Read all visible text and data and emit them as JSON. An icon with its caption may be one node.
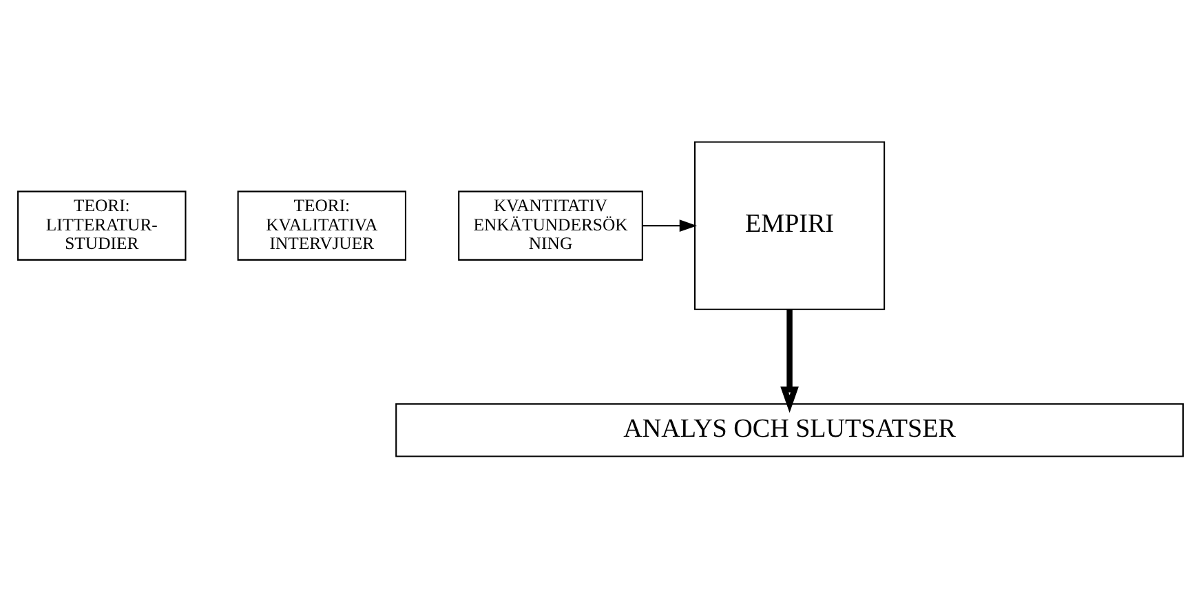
{
  "diagram": {
    "nodes": [
      {
        "text": [
          "TEORI: LITTERATUR- STUDIER"
        ]
      },
      {
        "text": [
          "TEORI: KVALITATIVA INTERVJUER"
        ]
      },
      {
        "text": [
          "EMPIRI"
        ]
      },
      {
        "text": [
          "KVANTITATIV ENKÄTUNDERSÖK NING"
        ]
      },
      {
        "text": [
          "ANALYS OCH SLUTSATSER"
        ]
      }
    ],
    "edges": [
      {
        "from": 3,
        "to": 2,
        "arrow": "to"
      },
      {
        "from": 2,
        "to": 4,
        "arrow": "to",
        "style": "thick"
      }
    ]
  }
}
